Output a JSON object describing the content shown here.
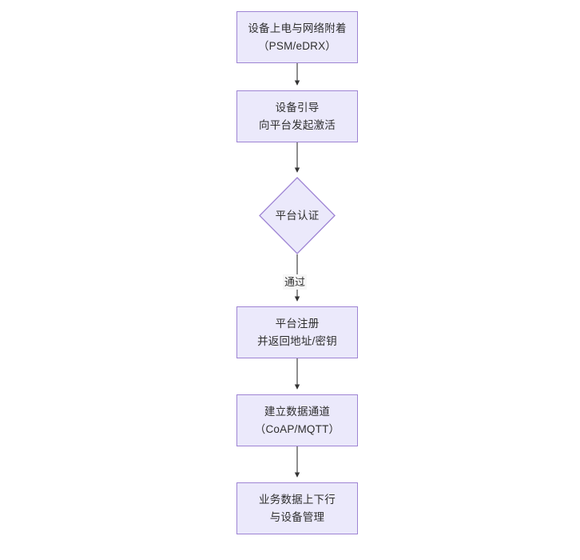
{
  "diagram": {
    "type": "flowchart",
    "orientation": "top-to-bottom",
    "theme": {
      "node_fill": "#ebe9fb",
      "node_border": "#9e84d4",
      "node_text": "#2f2f2f",
      "edge_color": "#333333",
      "background": "#ffffff",
      "edge_label_background": "#f7f7f7"
    },
    "nodes": [
      {
        "id": "n1",
        "shape": "rectangle",
        "line1": "设备上电与网络附着",
        "line2": "（PSM/eDRX）"
      },
      {
        "id": "n2",
        "shape": "rectangle",
        "line1": "设备引导",
        "line2": "向平台发起激活"
      },
      {
        "id": "n3",
        "shape": "diamond",
        "line1": "平台认证",
        "line2": ""
      },
      {
        "id": "n4",
        "shape": "rectangle",
        "line1": "平台注册",
        "line2": "并返回地址/密钥"
      },
      {
        "id": "n5",
        "shape": "rectangle",
        "line1": "建立数据通道",
        "line2": "（CoAP/MQTT）"
      },
      {
        "id": "n6",
        "shape": "rectangle",
        "line1": "业务数据上下行",
        "line2": "与设备管理"
      }
    ],
    "edges": [
      {
        "from": "n1",
        "to": "n2",
        "label": ""
      },
      {
        "from": "n2",
        "to": "n3",
        "label": ""
      },
      {
        "from": "n3",
        "to": "n4",
        "label": "通过"
      },
      {
        "from": "n4",
        "to": "n5",
        "label": ""
      },
      {
        "from": "n5",
        "to": "n6",
        "label": ""
      }
    ]
  }
}
